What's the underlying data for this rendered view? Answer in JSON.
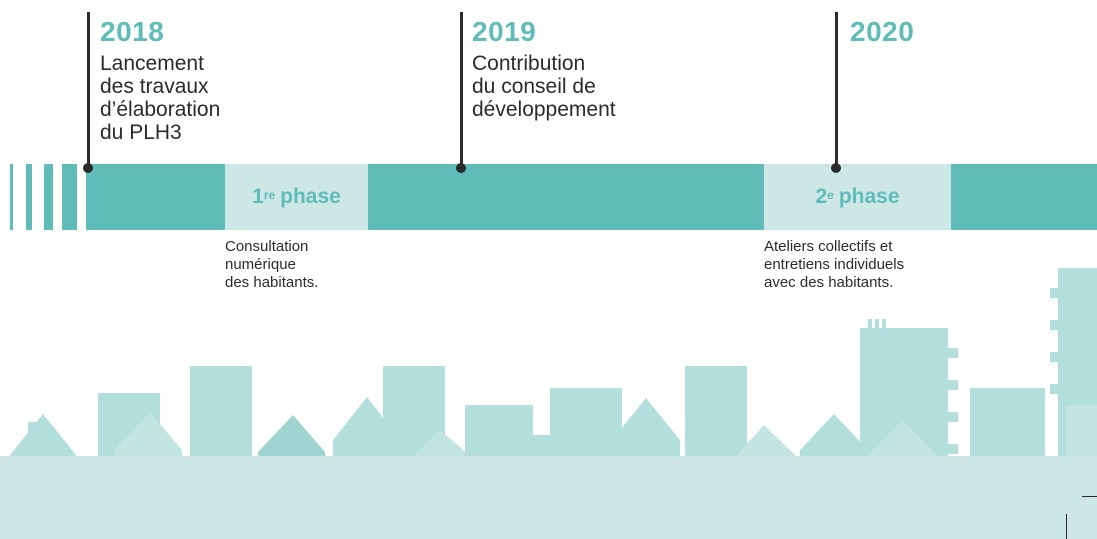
{
  "timeline": {
    "milestones": [
      {
        "year": "2018",
        "text": "Lancement\ndes travaux\nd’élaboration\ndu PLH3"
      },
      {
        "year": "2019",
        "text": "Contribution\ndu conseil de\ndéveloppement"
      },
      {
        "year": "2020",
        "text": ""
      }
    ],
    "phases": [
      {
        "ordinal": "1",
        "suffix": "re",
        "word": "phase",
        "description": "Consultation\nnumérique\ndes habitants."
      },
      {
        "ordinal": "2",
        "suffix": "e",
        "word": "phase",
        "description": "Ateliers collectifs et\nentretiens individuels\navec des habitants."
      }
    ]
  },
  "colors": {
    "accent": "#5fbcb8",
    "light": "#cde7e6",
    "building": "#b2dfdc",
    "ground": "#cde7e6",
    "text": "#2b2b2b"
  }
}
